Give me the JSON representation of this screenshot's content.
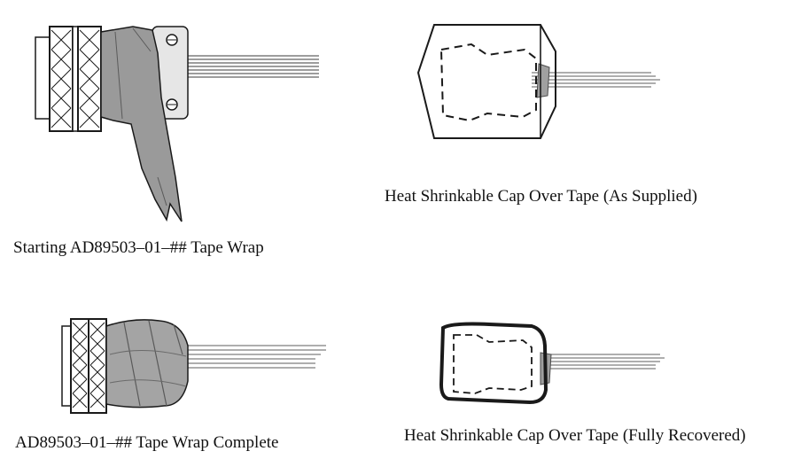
{
  "captions": {
    "starting_wrap": "Starting AD89503–01–## Tape Wrap",
    "wrap_complete": "AD89503–01–## Tape Wrap Complete",
    "cap_supplied": "Heat Shrinkable Cap Over Tape (As Supplied)",
    "cap_recovered": "Heat Shrinkable Cap Over Tape (Fully Recovered)"
  },
  "colors": {
    "line": "#1a1a1a",
    "tape": "#9a9a9a",
    "tape_light": "#b8b8b8",
    "wire": "#8c8c8c"
  }
}
